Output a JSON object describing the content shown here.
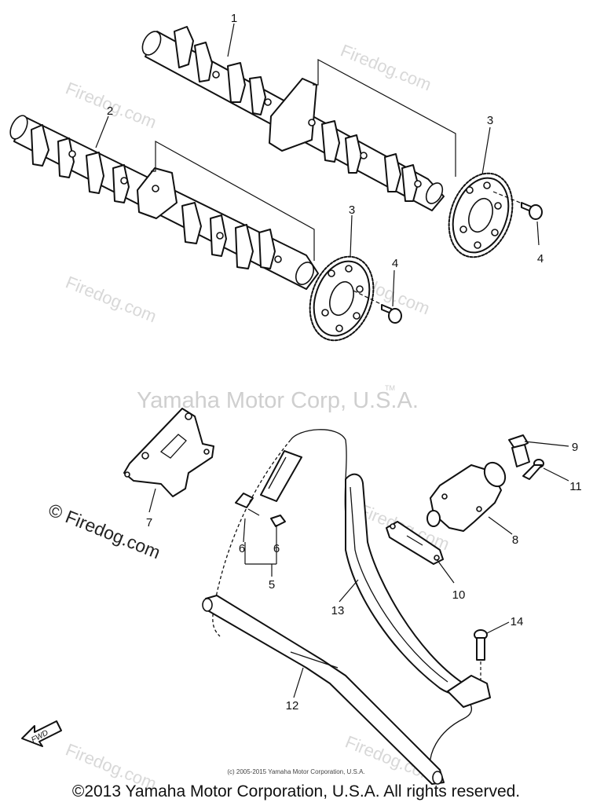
{
  "watermarks": {
    "firedog": "Firedog.com",
    "yamaha": "Yamaha Motor Corp, U.S.A.",
    "tm": "TM",
    "dark": "© Firedog.com"
  },
  "callouts": {
    "c1": "1",
    "c2": "2",
    "c3a": "3",
    "c3b": "3",
    "c4a": "4",
    "c4b": "4",
    "c5": "5",
    "c6a": "6",
    "c6b": "6",
    "c7": "7",
    "c8": "8",
    "c9": "9",
    "c10": "10",
    "c11": "11",
    "c12": "12",
    "c13": "13",
    "c14": "14"
  },
  "fwd_label": "FWD",
  "small_copyright": "(c) 2005-2015 Yamaha Motor Corporation, U.S.A.",
  "footer_copyright": "©2013 Yamaha Motor Corporation, U.S.A. All rights reserved."
}
